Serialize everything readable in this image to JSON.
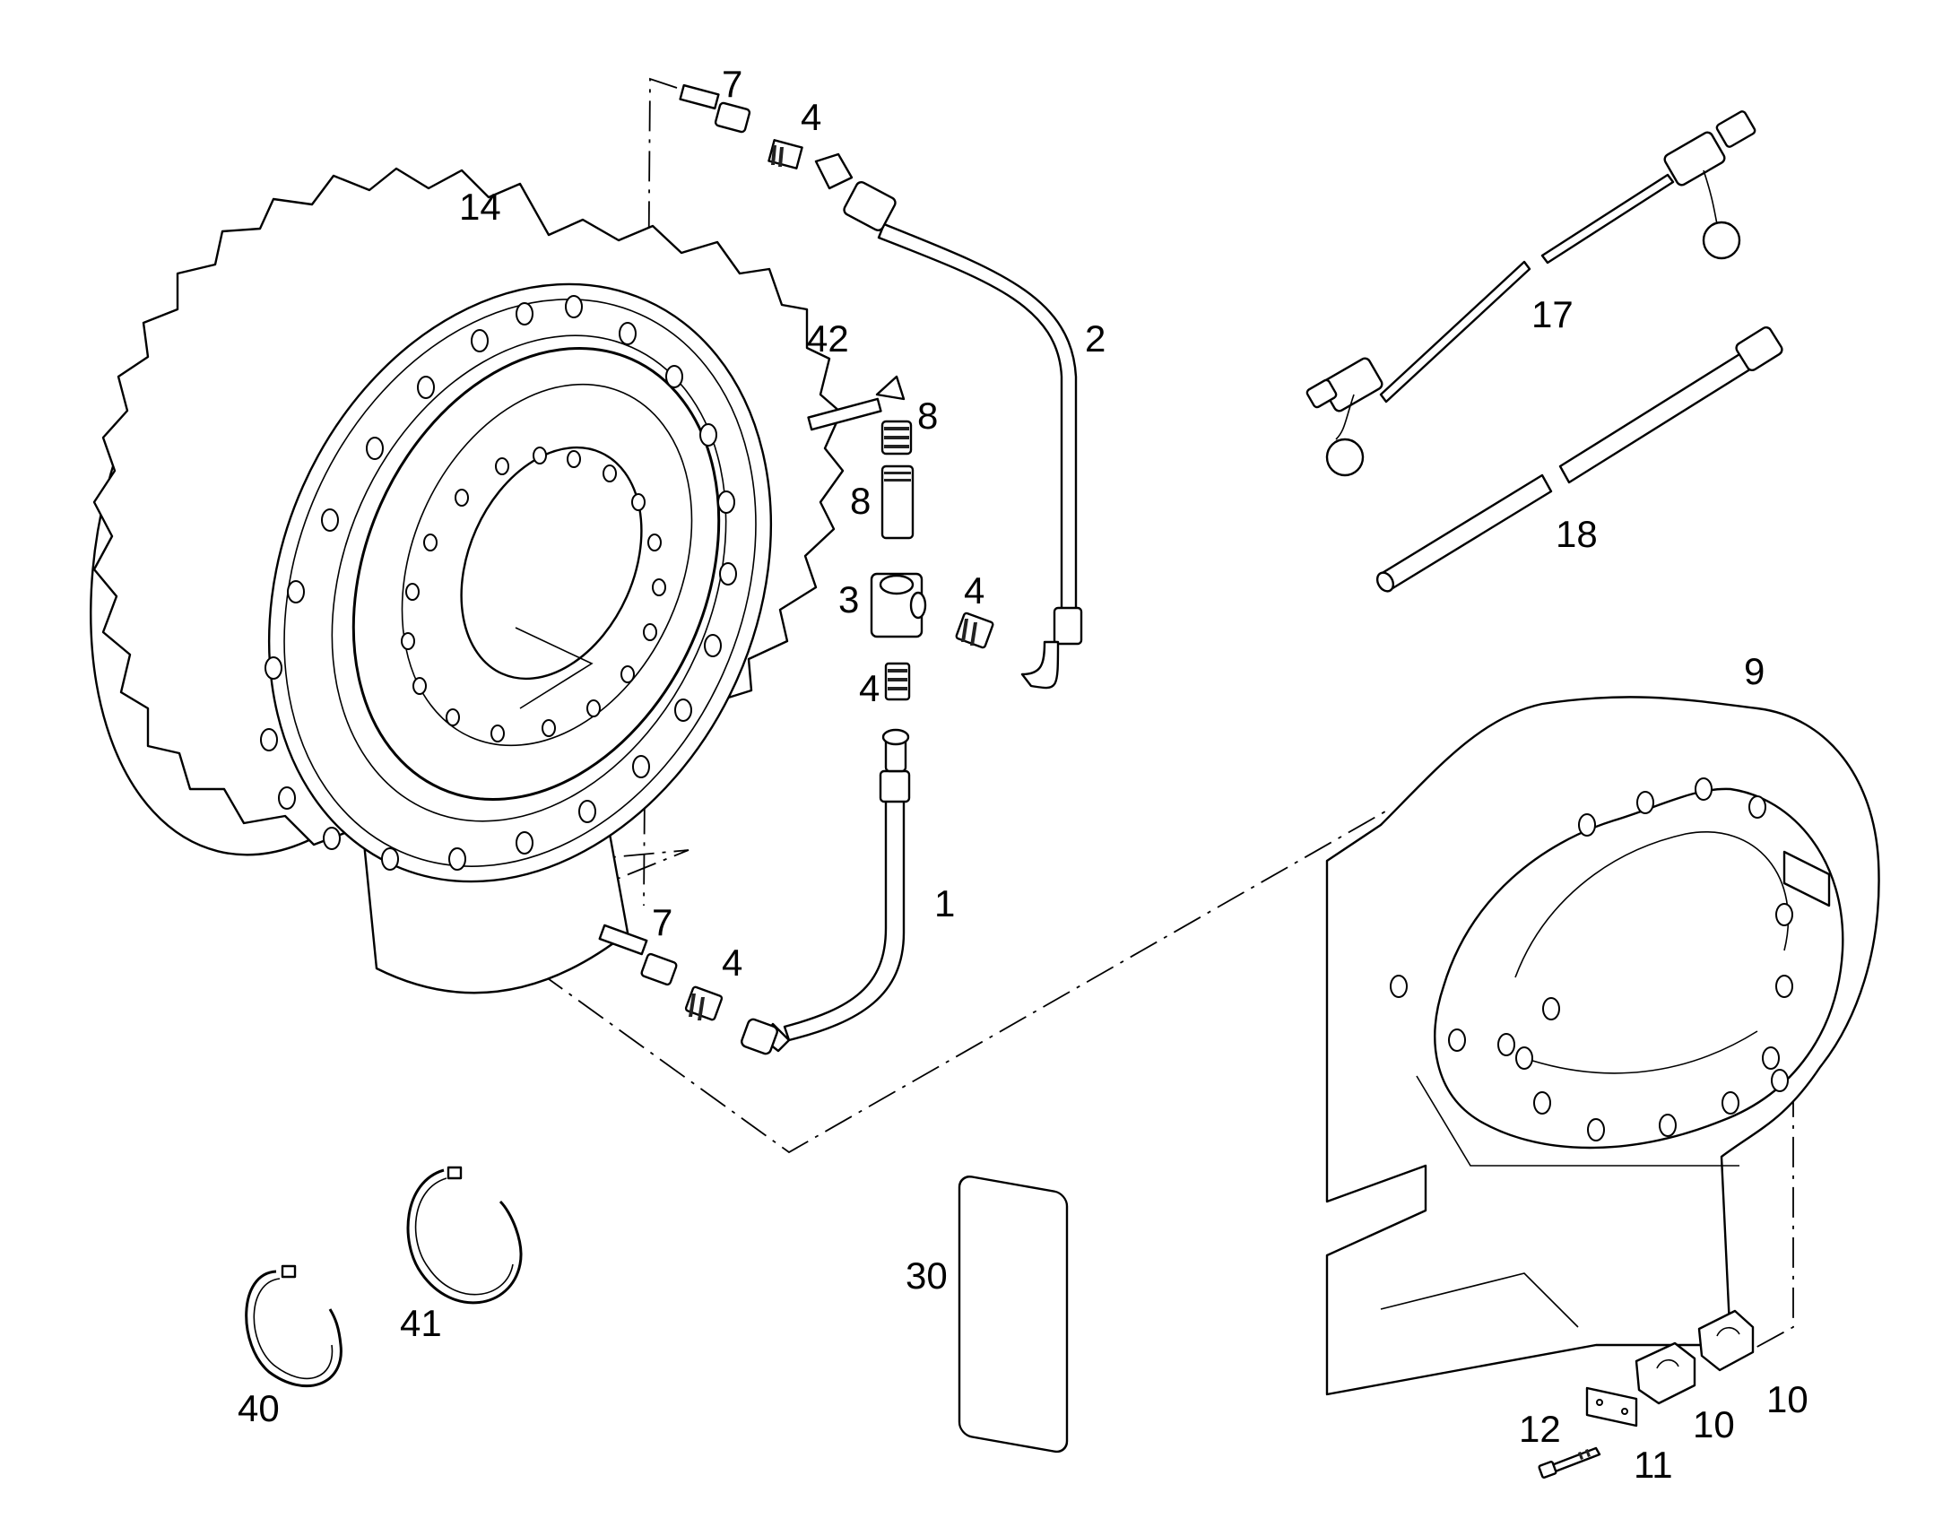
{
  "diagram": {
    "colors": {
      "line": "#000000",
      "background": "#ffffff"
    },
    "callouts": {
      "p1": "1",
      "p2": "2",
      "p3": "3",
      "p4a": "4",
      "p4b": "4",
      "p4c": "4",
      "p4d": "4",
      "p7a": "7",
      "p7b": "7",
      "p8a": "8",
      "p8b": "8",
      "p9": "9",
      "p10a": "10",
      "p10b": "10",
      "p11": "11",
      "p12": "12",
      "p14": "14",
      "p17": "17",
      "p18": "18",
      "p30": "30",
      "p40": "40",
      "p41": "41",
      "p42": "42"
    }
  }
}
